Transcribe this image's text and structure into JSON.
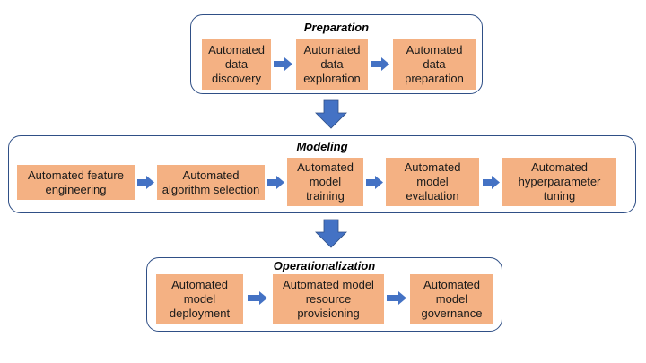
{
  "colors": {
    "box_fill": "#f4b183",
    "group_border": "#2f4f86",
    "arrow_fill": "#4472c4"
  },
  "groups": [
    {
      "title": "Preparation",
      "steps": [
        "Automated\ndata\ndiscovery",
        "Automated\ndata\nexploration",
        "Automated\ndata\npreparation"
      ]
    },
    {
      "title": "Modeling",
      "steps": [
        "Automated feature\nengineering",
        "Automated\nalgorithm selection",
        "Automated\nmodel\ntraining",
        "Automated\nmodel\nevaluation",
        "Automated\nhyperparameter\ntuning"
      ]
    },
    {
      "title": "Operationalization",
      "steps": [
        "Automated\nmodel\ndeployment",
        "Automated model\nresource\nprovisioning",
        "Automated\nmodel\ngovernance"
      ]
    }
  ]
}
